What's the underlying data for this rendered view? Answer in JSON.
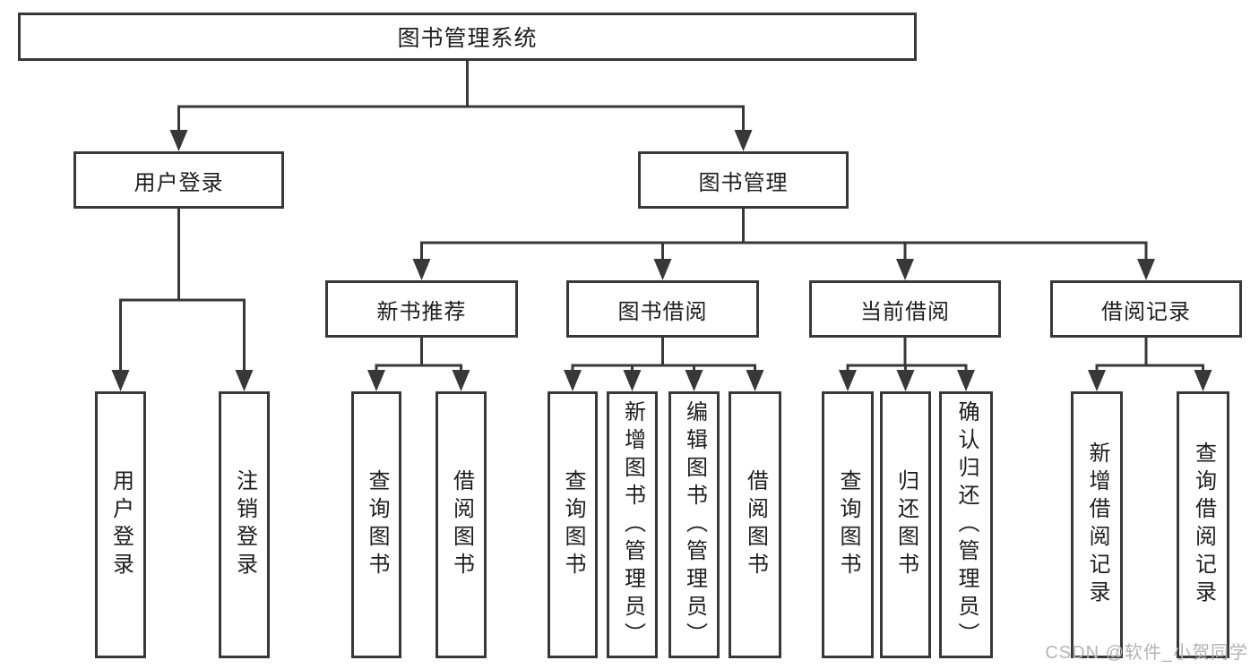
{
  "title": "图书管理系统",
  "colors": {
    "line": "#383838",
    "text": "#1d1d1d",
    "watermark": "#b4b4b4",
    "background": "#ffffff"
  },
  "nodes": {
    "root": "图书管理系统",
    "user_login": "用户登录",
    "book_mgmt": "图书管理",
    "new_book_rec": "新书推荐",
    "book_borrow": "图书借阅",
    "current_borrow": "当前借阅",
    "borrow_record": "借阅记录"
  },
  "leaves": {
    "login": "用户登录",
    "logout": "注销登录",
    "rec_query_books": "查询图书",
    "rec_borrow_books": "借阅图书",
    "bb_query_books": "查询图书",
    "bb_add_books": "新增图书（管理员）",
    "bb_edit_books": "编辑图书（管理员）",
    "bb_borrow_books": "借阅图书",
    "cb_query_books": "查询图书",
    "cb_return_books": "归还图书",
    "cb_confirm_return": "确认归还（管理员）",
    "br_add_record": "新增借阅记录",
    "br_query_record": "查询借阅记录"
  },
  "watermark": "CSDN @软件_小贺同学"
}
